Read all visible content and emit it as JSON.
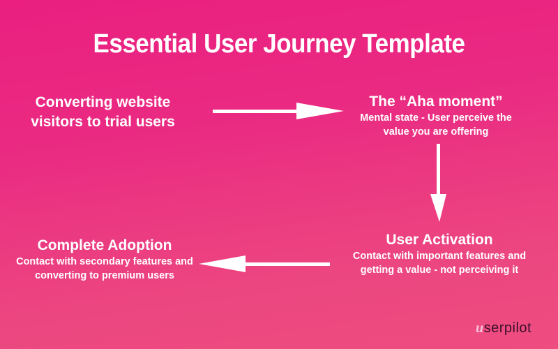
{
  "title": "Essential User Journey Template",
  "colors": {
    "background_top": "#ea1f80",
    "background_bottom": "#ee4d80",
    "text": "#ffffff",
    "arrow": "#ffffff",
    "logo_text": "#3a0f2a"
  },
  "nodes": [
    {
      "id": "trial-conversion",
      "heading": "Converting website visitors to trial users",
      "description": ""
    },
    {
      "id": "aha-moment",
      "heading": "The “Aha moment”",
      "description": "Mental state - User perceive the value you are offering"
    },
    {
      "id": "user-activation",
      "heading": "User Activation",
      "description": "Contact with important features and getting a value - not perceiving it"
    },
    {
      "id": "complete-adoption",
      "heading": "Complete Adoption",
      "description": "Contact with secondary features and converting to premium users"
    }
  ],
  "edges": [
    {
      "from": "trial-conversion",
      "to": "aha-moment",
      "direction": "right"
    },
    {
      "from": "aha-moment",
      "to": "user-activation",
      "direction": "down"
    },
    {
      "from": "user-activation",
      "to": "complete-adoption",
      "direction": "left"
    }
  ],
  "logo": {
    "first_letter": "u",
    "rest": "serpilot"
  }
}
